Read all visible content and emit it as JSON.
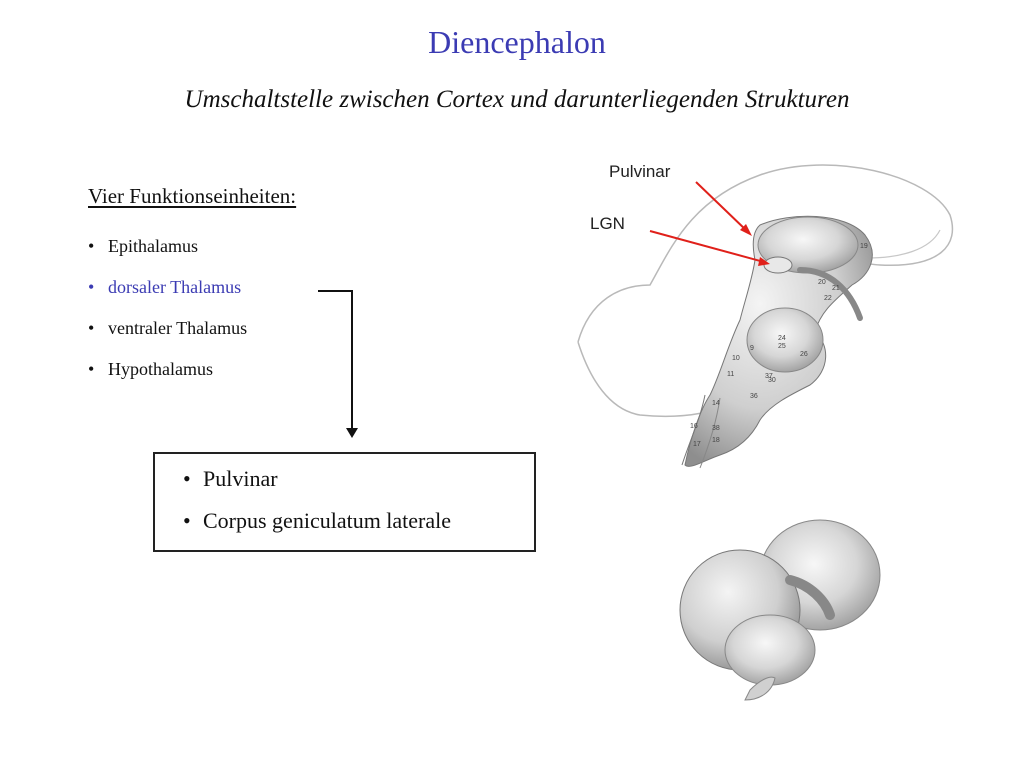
{
  "title": "Diencephalon",
  "subtitle": "Umschaltstelle zwischen Cortex und darunterliegenden Strukturen",
  "section": {
    "heading": "Vier Funktionseinheiten:",
    "items": [
      {
        "label": "Epithalamus"
      },
      {
        "label": "dorsaler Thalamus"
      },
      {
        "label": "ventraler Thalamus"
      },
      {
        "label": "Hypothalamus"
      }
    ]
  },
  "box": {
    "items": [
      {
        "label": "Pulvinar"
      },
      {
        "label": "Corpus geniculatum laterale"
      }
    ]
  },
  "figure": {
    "labels": {
      "pulvinar": "Pulvinar",
      "lgn": "LGN"
    },
    "numbers": [
      "19",
      "20",
      "21",
      "22",
      "24",
      "25",
      "26",
      "9",
      "10",
      "11",
      "14",
      "16",
      "17",
      "18",
      "30",
      "36",
      "37",
      "38"
    ]
  },
  "colors": {
    "title": "#3b3bb3",
    "highlight": "#3b3bb3",
    "arrow": "#e0201a"
  }
}
